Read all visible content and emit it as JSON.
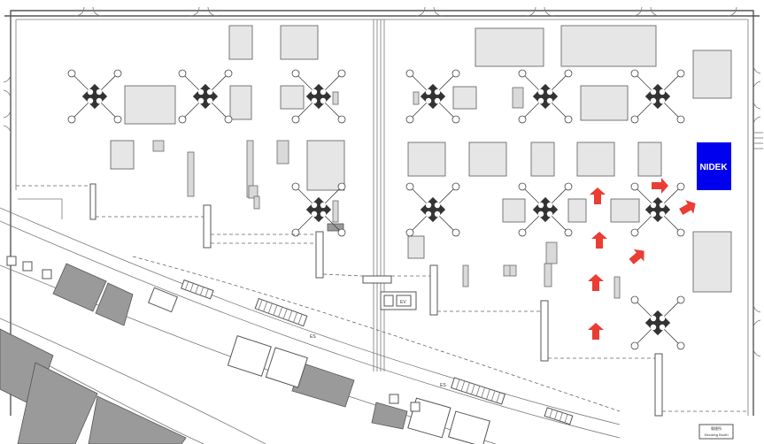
{
  "map": {
    "exhibitor": {
      "name": "NIDEK",
      "color": "#0000ee"
    },
    "labels": {
      "escalator_1": "ES",
      "escalator_2": "ES",
      "elevator": "EV",
      "smoking_booth_jp": "喫煙所",
      "smoking_booth_en": "Smoking Booth"
    },
    "route_arrow_color": "#e8281e",
    "route_arrows": 7
  }
}
